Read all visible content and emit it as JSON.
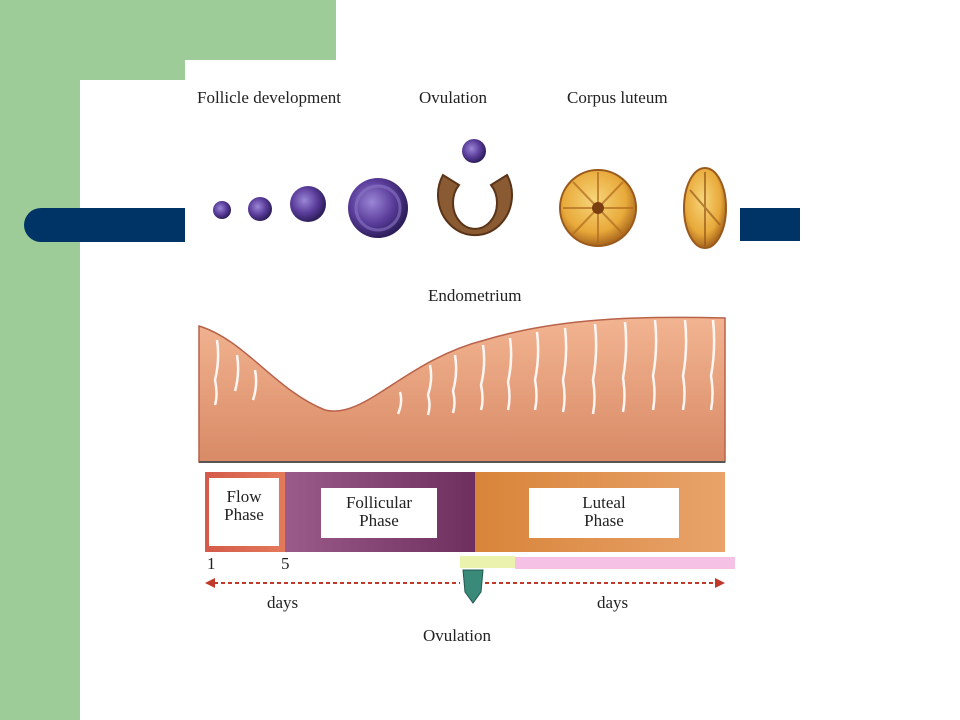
{
  "labels": {
    "follicle_development": "Follicle development",
    "ovulation_top": "Ovulation",
    "corpus_luteum": "Corpus luteum",
    "endometrium": "Endometrium",
    "flow_phase_1": "Flow",
    "flow_phase_2": "Phase",
    "follicular_phase_1": "Follicular",
    "follicular_phase_2": "Phase",
    "luteal_phase_1": "Luteal",
    "luteal_phase_2": "Phase",
    "day_1": "1",
    "day_5": "5",
    "days_left": "days",
    "days_right": "days",
    "ovulation_bottom": "Ovulation"
  },
  "colors": {
    "slide_green": "#9dcc99",
    "slide_blue": "#003366",
    "flow_phase": "#c0392b",
    "follicular_phase": "#7a3e6e",
    "luteal_phase": "#d9843a",
    "endometrium": "#e9a07e",
    "follicle": "#5a3c9a",
    "corpus_luteum": "#e8a93a"
  }
}
